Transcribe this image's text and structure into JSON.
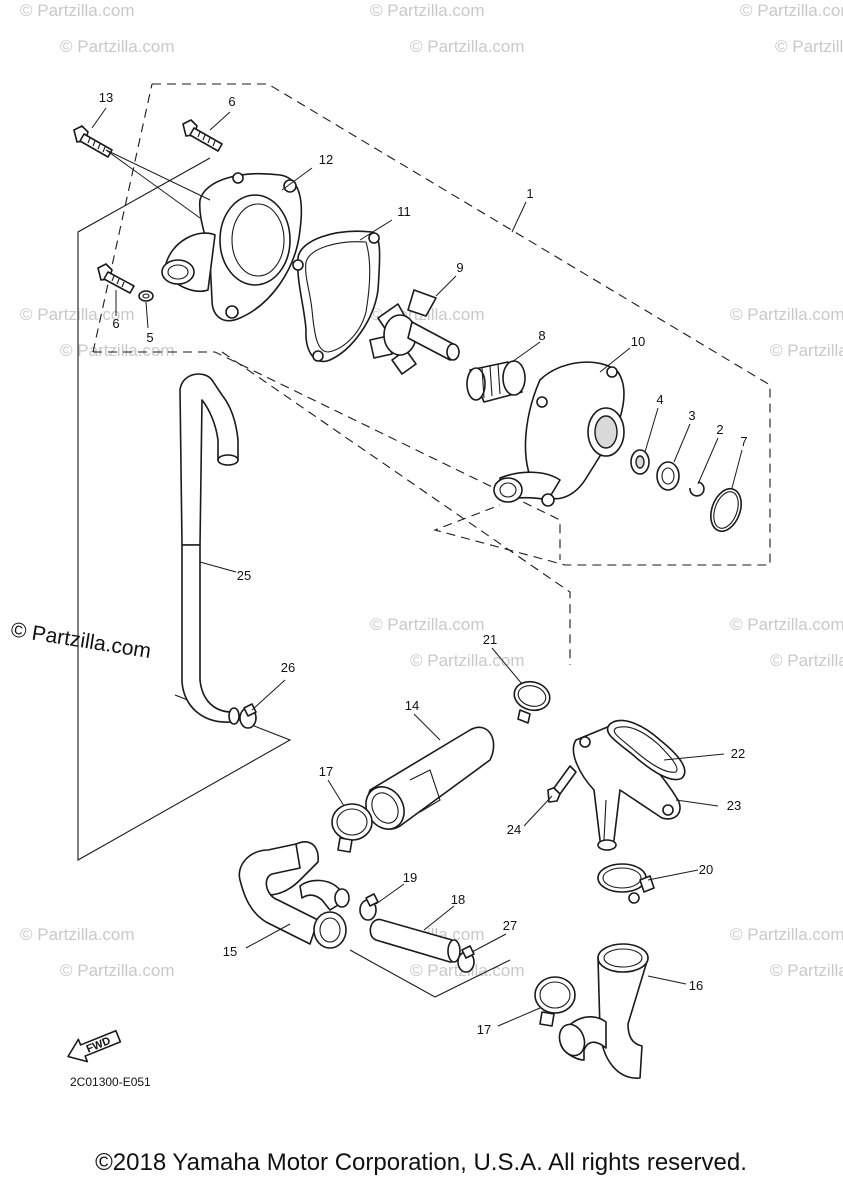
{
  "callouts": {
    "c1": "1",
    "c2": "2",
    "c3": "3",
    "c4": "4",
    "c5": "5",
    "c6a": "6",
    "c6b": "6",
    "c7": "7",
    "c8": "8",
    "c9": "9",
    "c10": "10",
    "c11": "11",
    "c12": "12",
    "c13": "13",
    "c14": "14",
    "c15": "15",
    "c16": "16",
    "c17a": "17",
    "c17b": "17",
    "c18": "18",
    "c19": "19",
    "c20": "20",
    "c21": "21",
    "c22": "22",
    "c23": "23",
    "c24": "24",
    "c25": "25",
    "c26": "26",
    "c27": "27"
  },
  "watermark": {
    "short": "© Partzilla.com",
    "large": "© Partzilla.com"
  },
  "fwd_label": "FWD",
  "diagram_code": "2C01300-E051",
  "copyright": "©2018 Yamaha Motor Corporation, U.S.A. All rights reserved."
}
